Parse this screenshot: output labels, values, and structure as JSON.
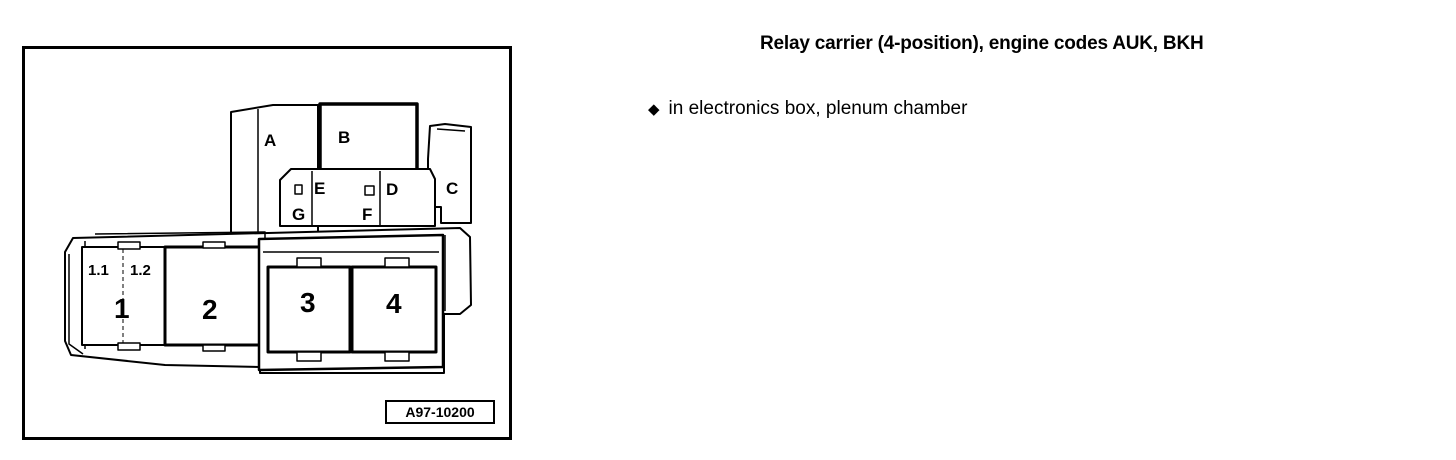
{
  "title": "Relay carrier (4-position), engine codes AUK, BKH",
  "bullets": [
    {
      "icon": "diamond-bullet-icon",
      "glyph": "◆",
      "text": "in electronics box, plenum chamber"
    }
  ],
  "figure": {
    "id": "A97-10200",
    "labels": {
      "A": "A",
      "B": "B",
      "C": "C",
      "D": "D",
      "E": "E",
      "F": "F",
      "G": "G",
      "p1": "1",
      "p1_1": "1.1",
      "p1_2": "1.2",
      "p2": "2",
      "p3": "3",
      "p4": "4"
    }
  }
}
